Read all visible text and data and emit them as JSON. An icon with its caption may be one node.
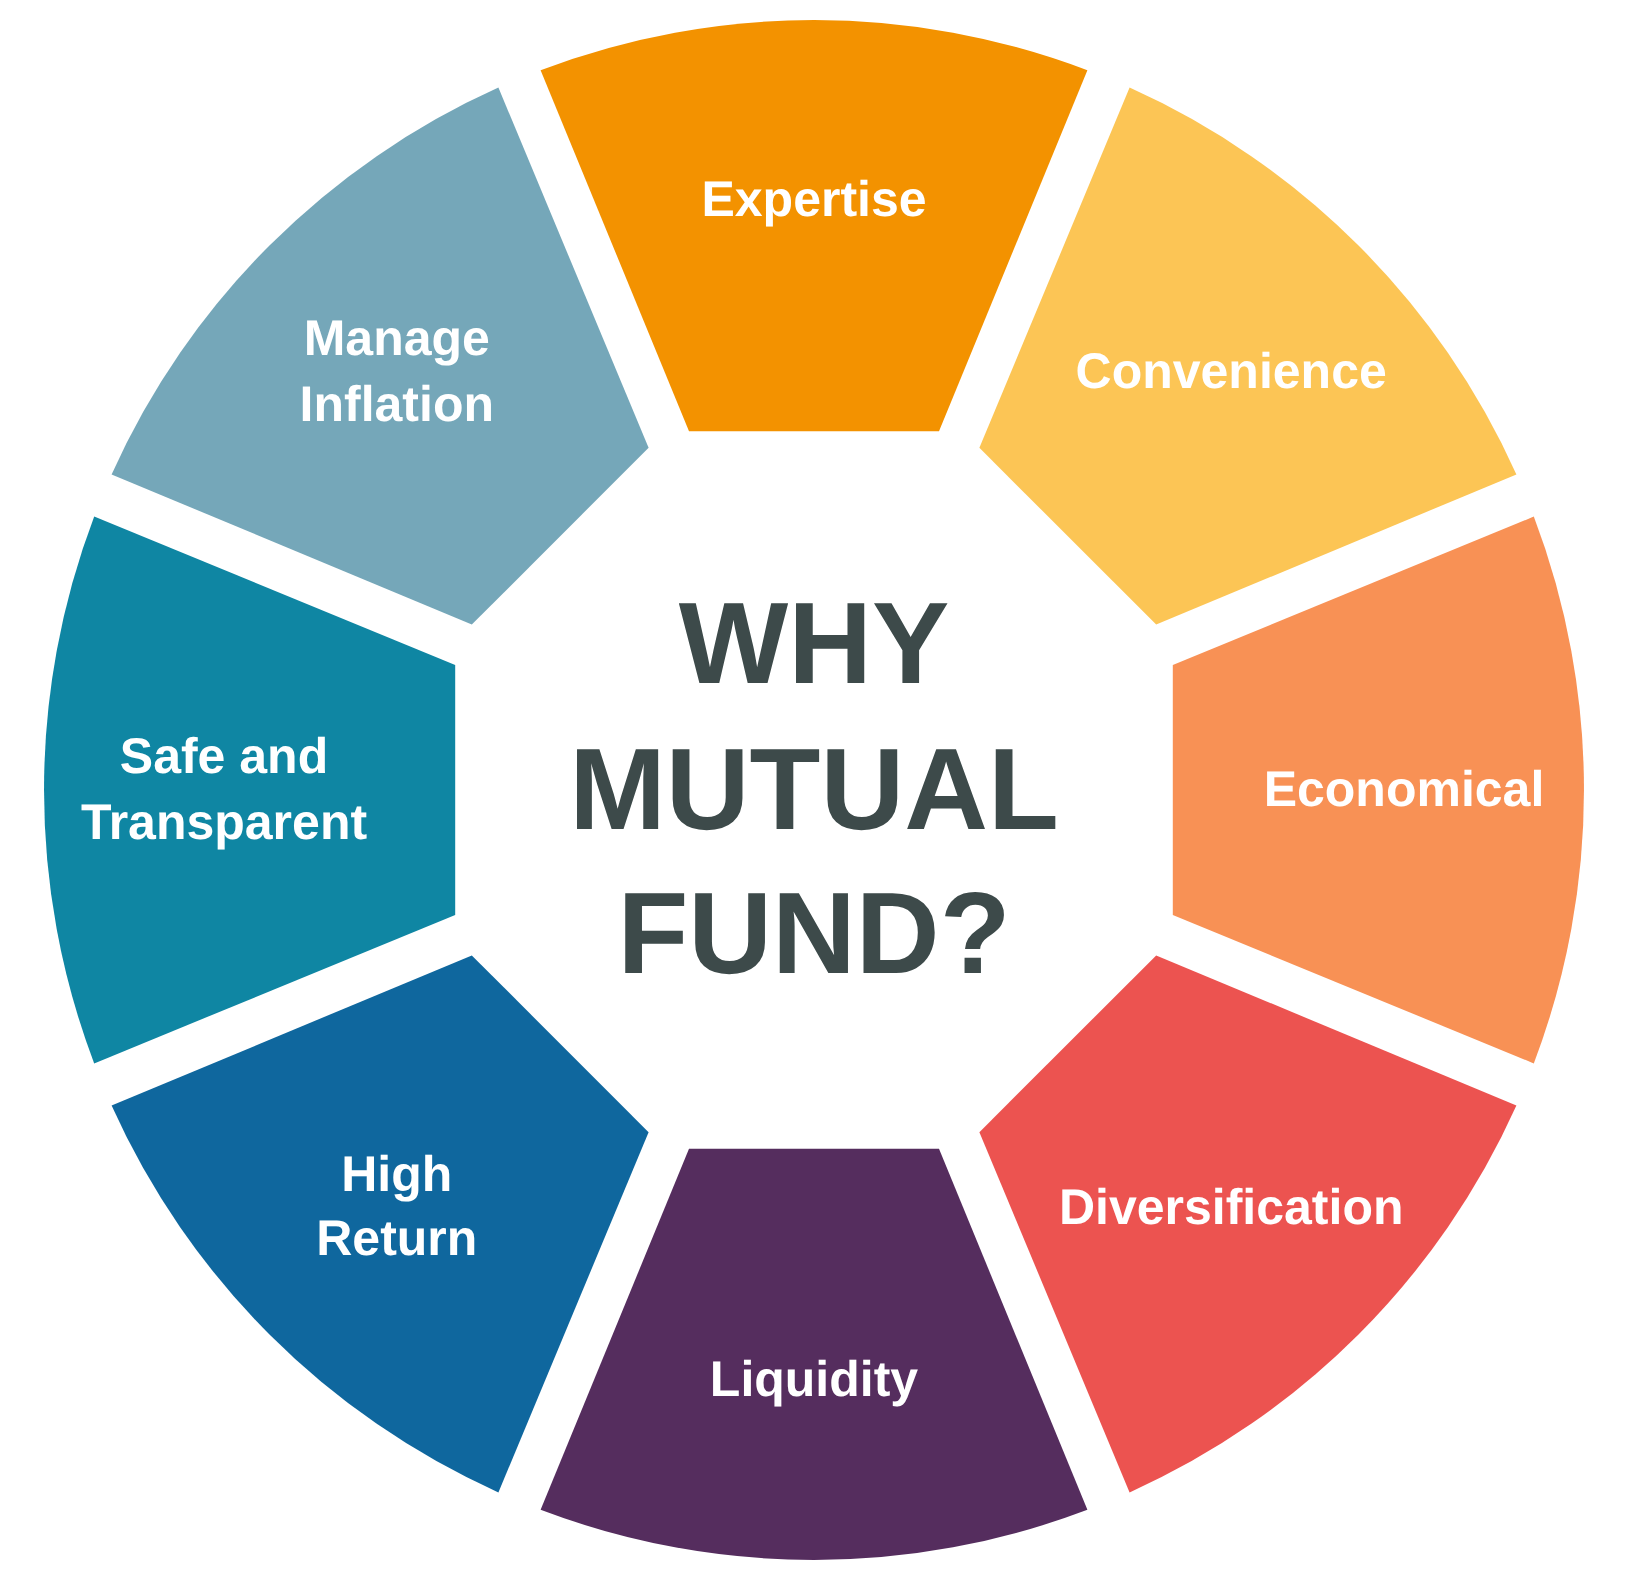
{
  "diagram": {
    "nodes": [
      {
        "text": [
          "Expertise"
        ]
      },
      {
        "text": [
          "Convenience"
        ]
      },
      {
        "text": [
          "Economical"
        ]
      },
      {
        "text": [
          "Diversification"
        ]
      },
      {
        "text": [
          "Liquidity"
        ]
      },
      {
        "text": [
          "High Return"
        ]
      },
      {
        "text": [
          "Safe and Transparent"
        ]
      },
      {
        "text": [
          "Manage Inflation"
        ]
      },
      {
        "text": [
          "WHY MUTUAL FUND?"
        ]
      }
    ]
  }
}
